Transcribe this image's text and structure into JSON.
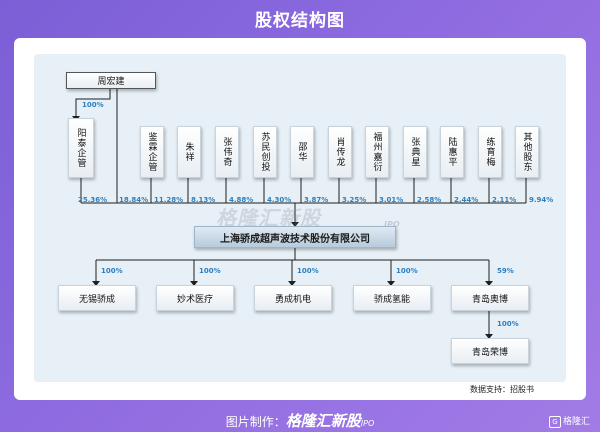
{
  "title": "股权结构图",
  "top_shareholder": "周宏建",
  "top_shareholder_stake": "100%",
  "company": "上海骄成超声波技术股份有限公司",
  "shareholders": [
    {
      "name": "阳泰企管",
      "pct": "25.36%"
    },
    {
      "name": "",
      "pct": "18.84%"
    },
    {
      "name": "鉴霖企管",
      "pct": "11.28%"
    },
    {
      "name": "朱祥",
      "pct": "8.13%"
    },
    {
      "name": "张伟奇",
      "pct": "4.88%"
    },
    {
      "name": "苏民创投",
      "pct": "4.30%"
    },
    {
      "name": "邵华",
      "pct": "3.87%"
    },
    {
      "name": "肖传龙",
      "pct": "3.25%"
    },
    {
      "name": "福州嘉衍",
      "pct": "3.01%"
    },
    {
      "name": "张典星",
      "pct": "2.58%"
    },
    {
      "name": "陆惠平",
      "pct": "2.44%"
    },
    {
      "name": "练育梅",
      "pct": "2.11%"
    },
    {
      "name": "其他股东",
      "pct": "9.94%"
    }
  ],
  "subsidiaries": [
    {
      "name": "无锡骄成",
      "pct": "100%"
    },
    {
      "name": "妙术医疗",
      "pct": "100%"
    },
    {
      "name": "勇成机电",
      "pct": "100%"
    },
    {
      "name": "骄成氢能",
      "pct": "100%"
    },
    {
      "name": "青岛奥博",
      "pct": "59%"
    }
  ],
  "sub_subsidiary": {
    "name": "青岛荣博",
    "pct": "100%"
  },
  "watermark": "格隆汇新股",
  "watermark_ipo": "IPO",
  "source": "数据支持：招股书",
  "footer_prefix": "图片制作：",
  "footer_brand": "格隆汇新股",
  "footer_ipo": "IPO",
  "logo_text": "格隆汇",
  "colors": {
    "accent": "#2e7fc0",
    "line": "#1f1f1f",
    "background": "#8e6be0"
  }
}
